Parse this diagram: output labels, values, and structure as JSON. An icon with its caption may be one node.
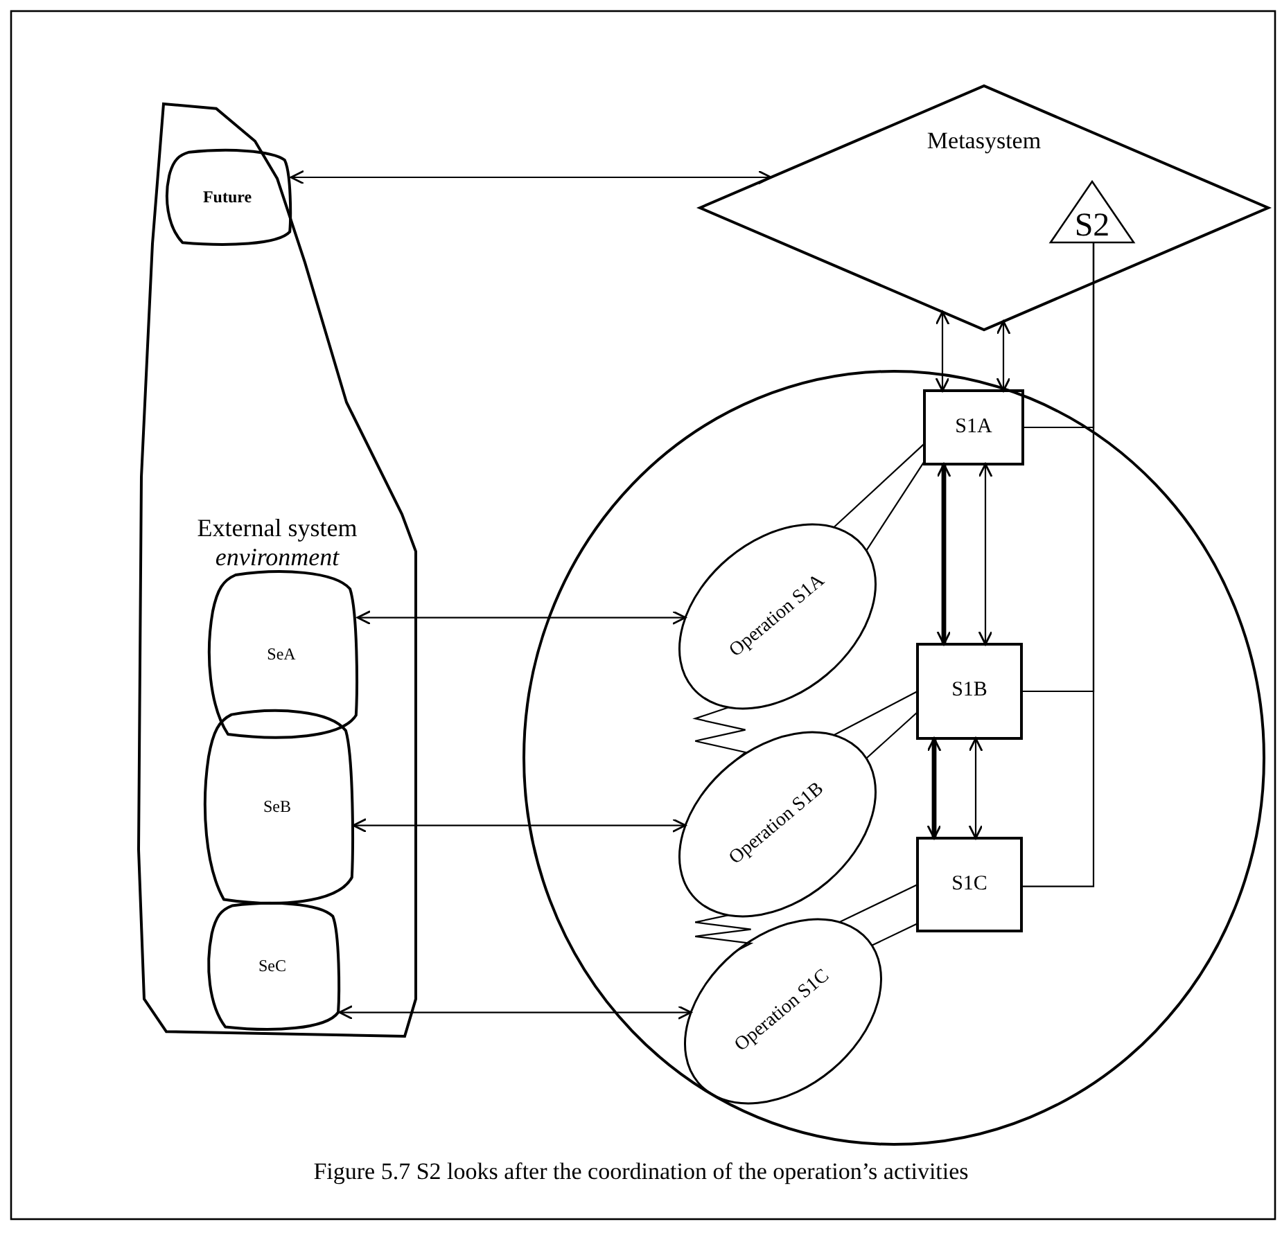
{
  "diagram": {
    "caption": "Figure 5.7 S2 looks after the coordination of the operation’s activities",
    "nodes": [
      {
        "text": [
          "External system *environment*"
        ]
      },
      {
        "text": [
          "Future"
        ],
        "in": 0
      },
      {
        "text": [
          "SeA"
        ],
        "in": 0
      },
      {
        "text": [
          "SeB"
        ],
        "in": 0
      },
      {
        "text": [
          "SeC"
        ],
        "in": 0
      },
      {
        "text": [
          "Metasystem"
        ]
      },
      {
        "text": [
          "S2"
        ],
        "in": 5
      },
      {
        "text": [],
        "shape": "circle"
      },
      {
        "text": [
          "S1A"
        ],
        "in": 7
      },
      {
        "text": [
          "S1B"
        ],
        "in": 7
      },
      {
        "text": [
          "S1C"
        ],
        "in": 7
      },
      {
        "text": [
          "Operation S1A"
        ],
        "in": 7
      },
      {
        "text": [
          "Operation S1B"
        ],
        "in": 7
      },
      {
        "text": [
          "Operation S1C"
        ],
        "in": 7
      }
    ],
    "edges": [
      {
        "from": 1,
        "to": 5,
        "arrow": "both"
      },
      {
        "from": 5,
        "to": 8,
        "arrow": "both"
      },
      {
        "from": 5,
        "to": 8,
        "arrow": "both"
      },
      {
        "from": 8,
        "to": 9,
        "arrow": "both",
        "style": "thick"
      },
      {
        "from": 8,
        "to": 9,
        "arrow": "both"
      },
      {
        "from": 9,
        "to": 10,
        "arrow": "both",
        "style": "thick"
      },
      {
        "from": 9,
        "to": 10,
        "arrow": "both"
      },
      {
        "from": 2,
        "to": 11,
        "arrow": "both"
      },
      {
        "from": 3,
        "to": 12,
        "arrow": "both"
      },
      {
        "from": 4,
        "to": 13,
        "arrow": "both"
      },
      {
        "from": 11,
        "to": 8,
        "arrow": "none"
      },
      {
        "from": 11,
        "to": 8,
        "arrow": "none"
      },
      {
        "from": 12,
        "to": 9,
        "arrow": "none"
      },
      {
        "from": 12,
        "to": 9,
        "arrow": "none"
      },
      {
        "from": 13,
        "to": 10,
        "arrow": "none"
      },
      {
        "from": 13,
        "to": 10,
        "arrow": "none"
      },
      {
        "from": 11,
        "to": 12,
        "arrow": "none"
      },
      {
        "from": 12,
        "to": 13,
        "arrow": "none"
      },
      {
        "from": 6,
        "to": 8,
        "arrow": "none"
      },
      {
        "from": 6,
        "to": 9,
        "arrow": "none"
      },
      {
        "from": 6,
        "to": 10,
        "arrow": "none"
      }
    ]
  }
}
